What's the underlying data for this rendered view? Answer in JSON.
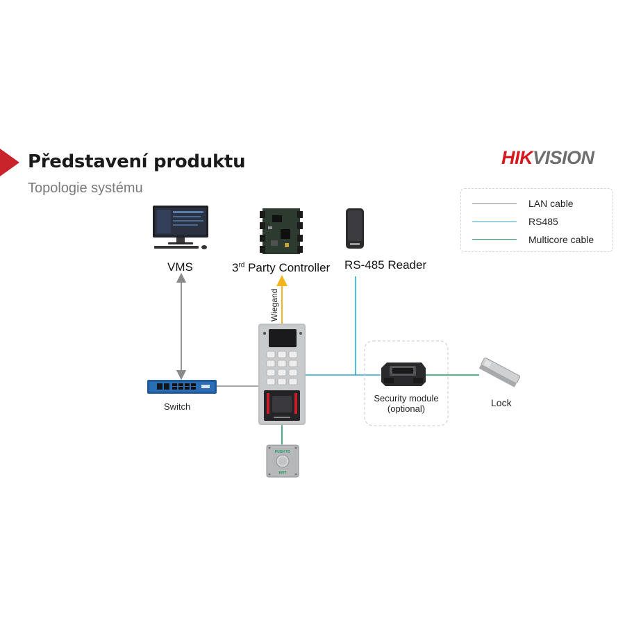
{
  "header": {
    "title": "Představení produktu",
    "subtitle": "Topologie systému"
  },
  "logo": {
    "part1": "HIK",
    "part2": "VISION"
  },
  "legend": {
    "items": [
      {
        "label": "LAN cable",
        "color": "#8a8a8a"
      },
      {
        "label": "RS485",
        "color": "#2aa6d6"
      },
      {
        "label": "Multicore cable",
        "color": "#1f9a66"
      }
    ]
  },
  "devices": {
    "vms": "VMS",
    "controller": {
      "prefix": "3",
      "sup": "rd",
      "rest": " Party Controller"
    },
    "reader": "RS-485 Reader",
    "switch": "Switch",
    "security_module": {
      "line1": "Security module",
      "line2": "(optional)"
    },
    "lock": "Lock",
    "wiegand": "Wiegand",
    "exit_button": {
      "top": "PUSH TO",
      "bottom": "EXIT"
    }
  },
  "colors": {
    "lan": "#8a8a8a",
    "rs485": "#2aa6d6",
    "multicore": "#1f9a66",
    "wiegand": "#f2b51c",
    "accent": "#d7191f"
  }
}
